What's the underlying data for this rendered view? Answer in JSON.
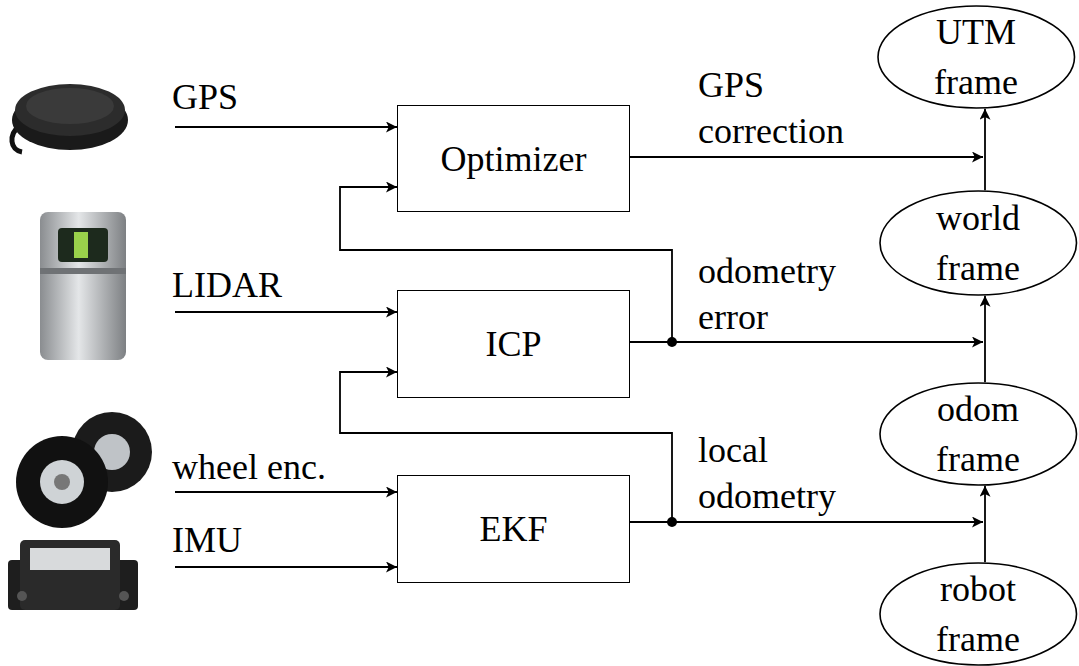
{
  "diagram": {
    "nodes": [
      {
        "text": [
          "Optimizer"
        ]
      },
      {
        "text": [
          "ICP"
        ]
      },
      {
        "text": [
          "EKF"
        ]
      },
      {
        "text": [
          "UTM frame"
        ]
      },
      {
        "text": [
          "world frame"
        ]
      },
      {
        "text": [
          "odom frame"
        ]
      },
      {
        "text": [
          "robot frame"
        ]
      }
    ],
    "edges": [
      {
        "from": 2,
        "to": 1,
        "arrow": "to"
      },
      {
        "from": 1,
        "to": 0,
        "arrow": "to"
      },
      {
        "from": 6,
        "to": 5,
        "arrow": "to"
      },
      {
        "from": 5,
        "to": 4,
        "arrow": "to"
      },
      {
        "from": 4,
        "to": 3,
        "arrow": "to"
      }
    ],
    "labels": [
      "GPS",
      "LIDAR",
      "wheel enc.",
      "IMU",
      "GPS correction",
      "odometry error",
      "local odometry"
    ]
  }
}
